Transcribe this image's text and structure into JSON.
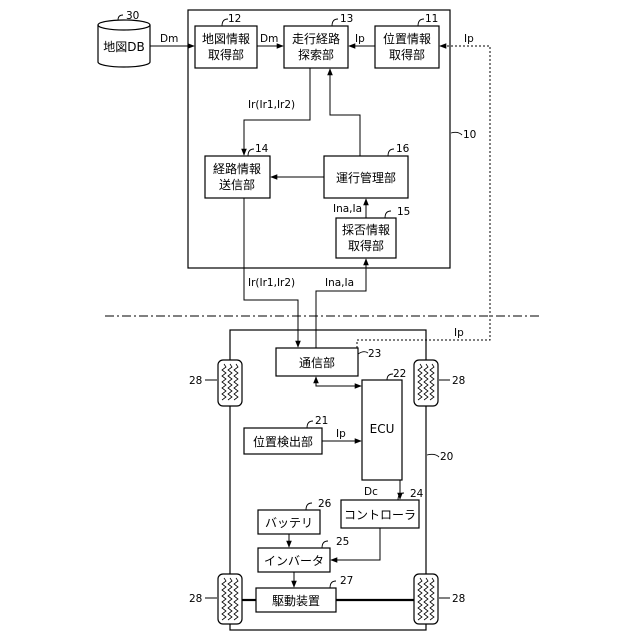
{
  "diagram": {
    "system_ref": "10",
    "vehicle_ref": "20",
    "map_db": {
      "label": "地図DB",
      "ref": "30"
    },
    "blocks": {
      "map_info": {
        "lines": [
          "地図情報",
          "取得部"
        ],
        "ref": "12"
      },
      "route_search": {
        "lines": [
          "走行経路",
          "探索部"
        ],
        "ref": "13"
      },
      "position_info": {
        "lines": [
          "位置情報",
          "取得部"
        ],
        "ref": "11"
      },
      "route_info_tx": {
        "lines": [
          "経路情報",
          "送信部"
        ],
        "ref": "14"
      },
      "operation_mgmt": {
        "lines": [
          "運行管理部"
        ],
        "ref": "16"
      },
      "acceptance_info": {
        "lines": [
          "採否情報",
          "取得部"
        ],
        "ref": "15"
      },
      "comm": {
        "lines": [
          "通信部"
        ],
        "ref": "23"
      },
      "ecu": {
        "lines": [
          "ECU"
        ],
        "ref": "22"
      },
      "position_detect": {
        "lines": [
          "位置検出部"
        ],
        "ref": "21"
      },
      "controller": {
        "lines": [
          "コントローラ"
        ],
        "ref": "24"
      },
      "battery": {
        "lines": [
          "バッテリ"
        ],
        "ref": "26"
      },
      "inverter": {
        "lines": [
          "インバータ"
        ],
        "ref": "25"
      },
      "drive": {
        "lines": [
          "駆動装置"
        ],
        "ref": "27"
      }
    },
    "signals": {
      "dm_1": "Dm",
      "dm_2": "Dm",
      "ip_1": "Ip",
      "ip_2": "Ip",
      "ip_3": "Ip",
      "ip_4": "Ip",
      "ir_1": "Ir(Ir1,Ir2)",
      "ir_2": "Ir(Ir1,Ir2)",
      "ina_1": "Ina,Ia",
      "ina_2": "Ina,Ia",
      "dc": "Dc"
    },
    "wheel_ref": "28"
  }
}
